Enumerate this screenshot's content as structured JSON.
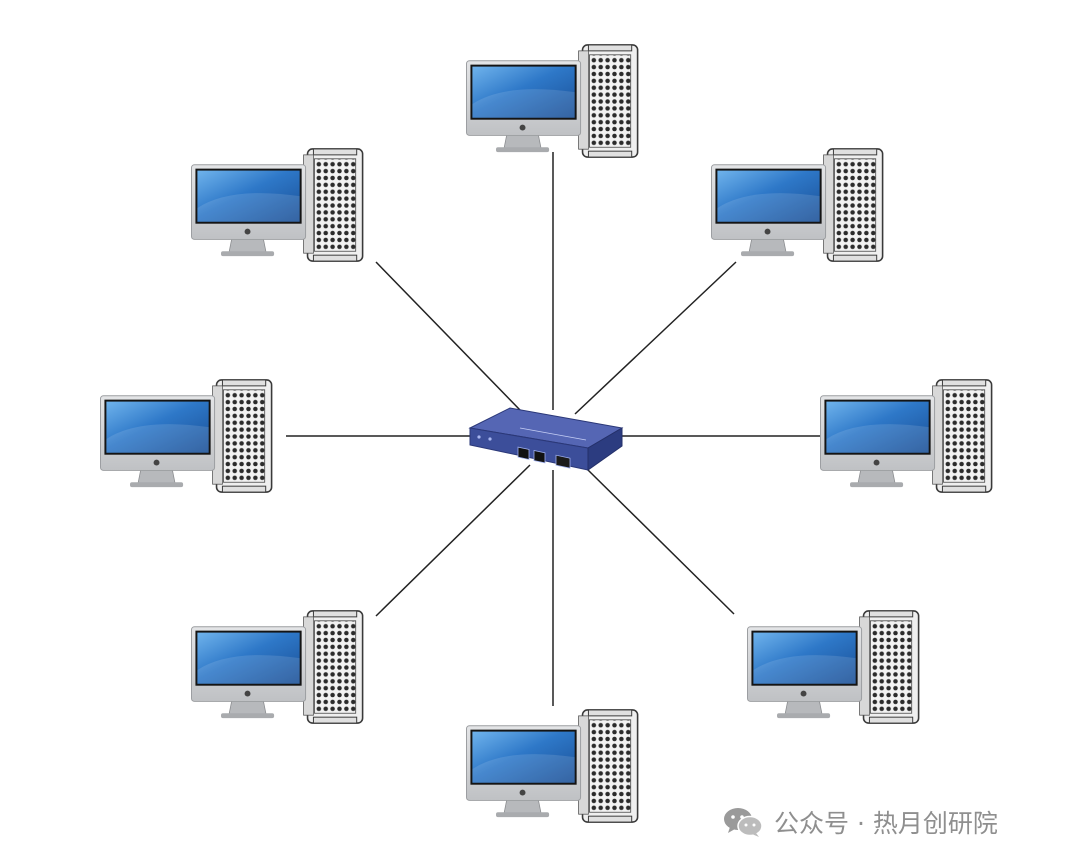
{
  "diagram": {
    "hub": {
      "name": "network-switch",
      "icon": "switch-icon"
    },
    "nodes": [
      {
        "name": "computer-top",
        "icon": "desktop-computer-icon"
      },
      {
        "name": "computer-top-right",
        "icon": "desktop-computer-icon"
      },
      {
        "name": "computer-right",
        "icon": "desktop-computer-icon"
      },
      {
        "name": "computer-bottom-right",
        "icon": "desktop-computer-icon"
      },
      {
        "name": "computer-bottom",
        "icon": "desktop-computer-icon"
      },
      {
        "name": "computer-bottom-left",
        "icon": "desktop-computer-icon"
      },
      {
        "name": "computer-left",
        "icon": "desktop-computer-icon"
      },
      {
        "name": "computer-top-left",
        "icon": "desktop-computer-icon"
      }
    ],
    "colors": {
      "line": "#222222",
      "screen": "#2e78c8",
      "switch": "#3c4e9a",
      "monitor_body": "#d4d6d8",
      "tower": "#eeeeee"
    }
  },
  "watermark": {
    "icon": "wechat-icon",
    "text": "公众号 · 热月创研院"
  }
}
